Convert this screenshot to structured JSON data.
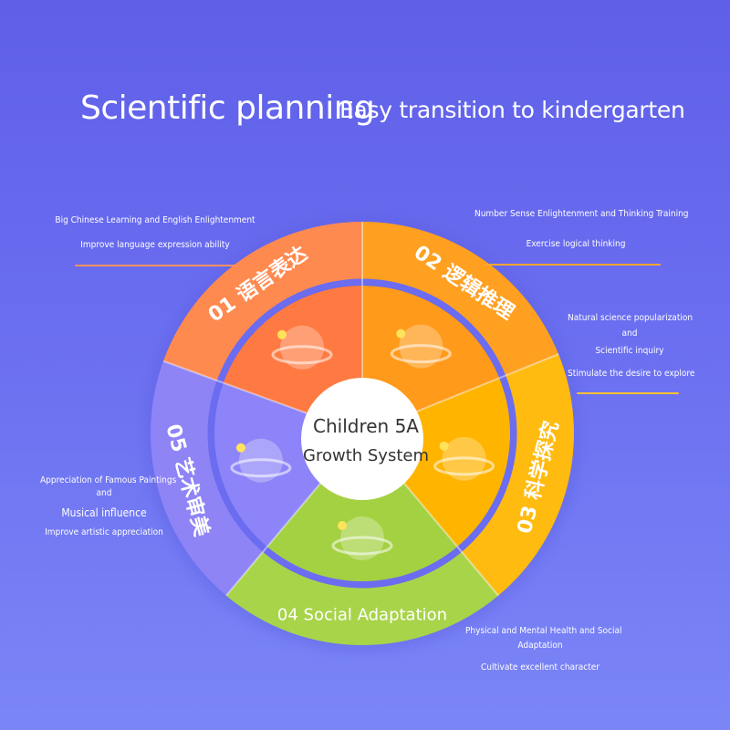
{
  "title": {
    "main": "Scientific planning",
    "sub": "Easy transition to kindergarten"
  },
  "center": {
    "line1": "Children 5A",
    "line2": "Growth System"
  },
  "segments": [
    {
      "label": "01 语言表达",
      "icon": "alphabet-ab-icon",
      "color": "#ff8a50"
    },
    {
      "label": "02 逻辑推理",
      "icon": "globe-lightning-icon",
      "color": "#ffa020"
    },
    {
      "label": "03 科学探究",
      "icon": "binoculars-icon",
      "color": "#ffbb10"
    },
    {
      "label": "04 Social Adaptation",
      "icon": "plant-sprout-icon",
      "color": "#a8d44a"
    },
    {
      "label": "05 艺术审美",
      "icon": "paint-palette-icon",
      "color": "#8e84f6"
    }
  ],
  "annotations": {
    "language": [
      "Big Chinese Learning and English Enlightenment",
      "Improve language expression ability"
    ],
    "logic": [
      "Number Sense Enlightenment and Thinking Training",
      "Exercise logical thinking"
    ],
    "science": [
      "Natural science popularization",
      "and",
      "Scientific inquiry",
      "Stimulate the desire to explore"
    ],
    "art": [
      "Appreciation of Famous Paintings",
      "and",
      "Musical influence",
      "Improve artistic appreciation"
    ],
    "social": [
      "Physical and Mental Health and Social",
      "Adaptation",
      "Cultivate excellent character"
    ]
  }
}
